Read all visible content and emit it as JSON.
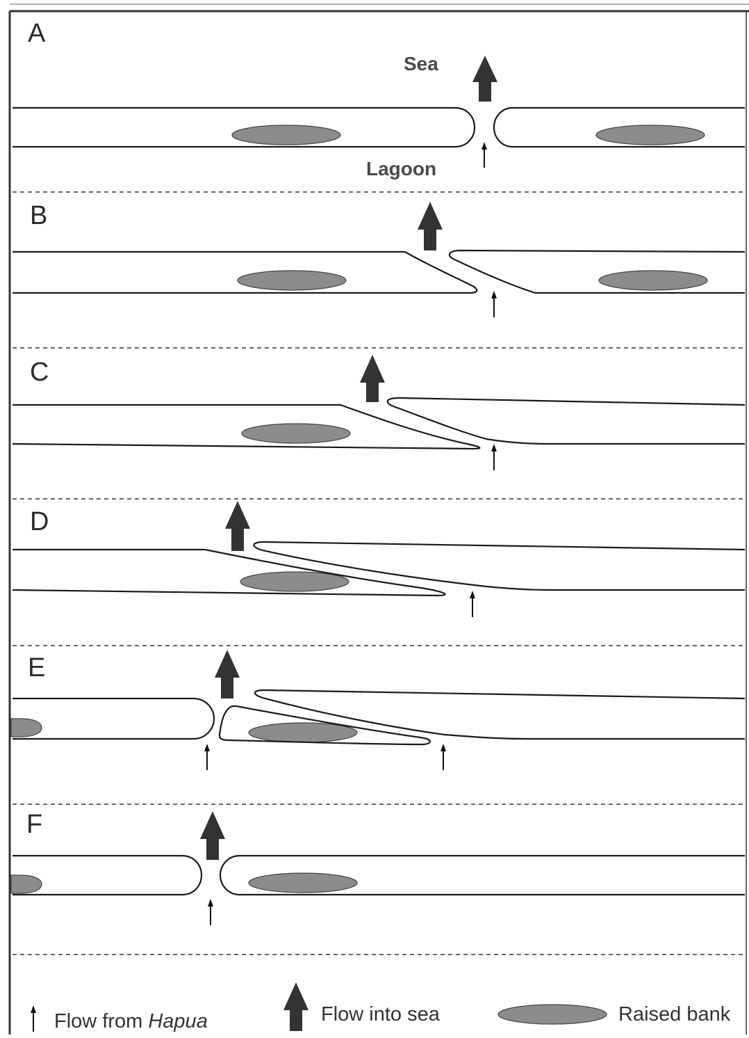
{
  "panels": [
    {
      "label": "A"
    },
    {
      "label": "B"
    },
    {
      "label": "C"
    },
    {
      "label": "D"
    },
    {
      "label": "E"
    },
    {
      "label": "F"
    }
  ],
  "annotations": {
    "sea": "Sea",
    "lagoon": "Lagoon"
  },
  "legend": {
    "flow_from_prefix": "Flow from",
    "flow_from_name": "Hapua",
    "flow_into_sea": "Flow into sea",
    "raised_bank": "Raised bank"
  },
  "colors": {
    "bank_fill": "#8c8c8c",
    "arrow_fill": "#333333",
    "line": "#1a1a1a"
  }
}
